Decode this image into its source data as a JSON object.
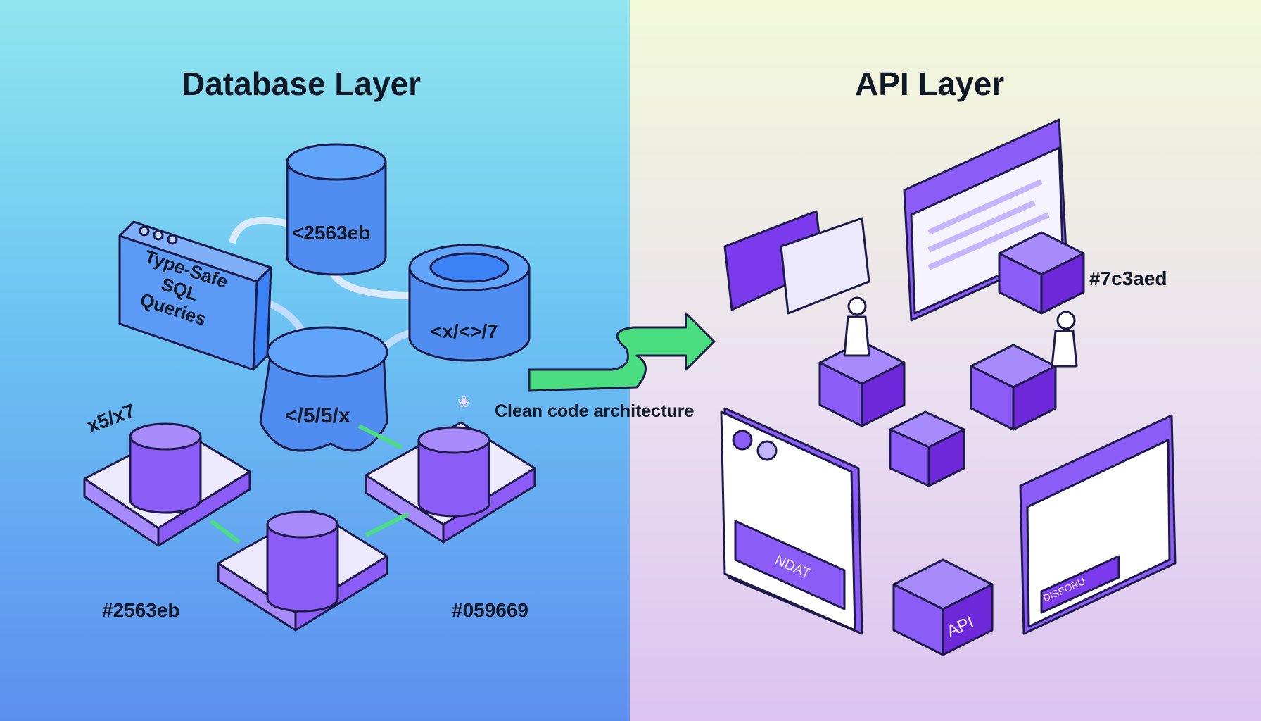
{
  "left_panel": {
    "title": "Database Layer",
    "query_box_lines": [
      "Type-Safe",
      "SQL",
      "Queries"
    ],
    "cylinder_top_label": "<2563eb",
    "cylinder_right_label": "<x/<>/7",
    "cylinder_center_label": "</5/5/x",
    "side_label": "x5/x7",
    "color_label_left": "#2563eb",
    "color_label_right": "#059669"
  },
  "connector": {
    "caption": "Clean code architecture",
    "arrow_color": "#4ade80"
  },
  "right_panel": {
    "title": "API Layer",
    "color_label": "#7c3aed",
    "left_screen_button": "NDAT",
    "right_screen_button": "DISPORU",
    "api_block_label": "API"
  },
  "colors": {
    "blue": "#2563eb",
    "green": "#059669",
    "purple": "#7c3aed"
  }
}
